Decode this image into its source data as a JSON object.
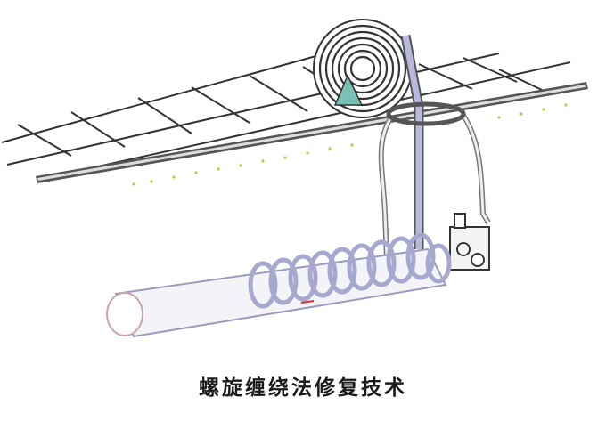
{
  "caption": "螺旋缠绕法修复技术",
  "colors": {
    "pipe_fill": "#efeff6",
    "pipe_stroke": "#9b9bbd",
    "grid_line": "#333333",
    "winding": "#a7a8d0",
    "ground_dots": "#c9c04a",
    "accent_red": "#d03030"
  },
  "parts": [
    "strip-reel",
    "guide-roller",
    "feed-strip",
    "manhole-shaft",
    "winding-machine",
    "spiral-liner",
    "host-pipe",
    "ground-surface-grid"
  ]
}
